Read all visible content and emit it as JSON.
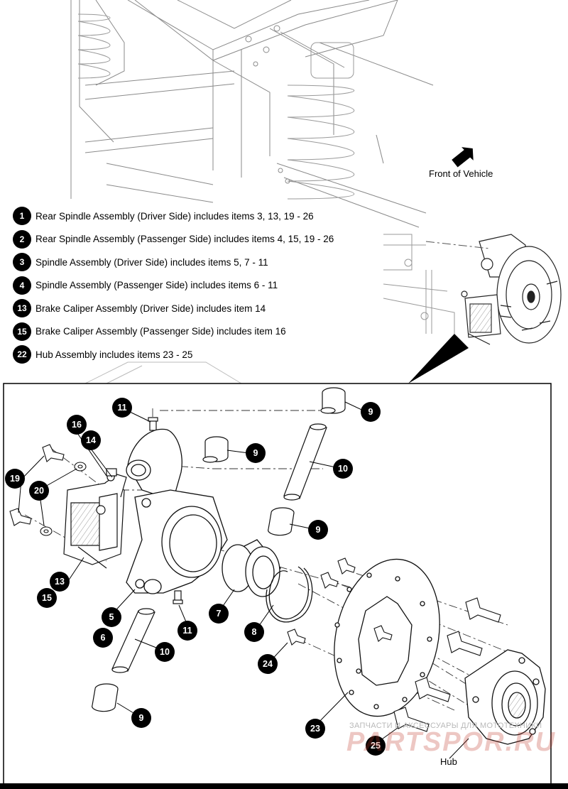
{
  "header_label": "Front of Vehicle",
  "legend": [
    {
      "num": "1",
      "text": "Rear Spindle Assembly (Driver Side) includes items 3, 13, 19 - 26"
    },
    {
      "num": "2",
      "text": "Rear Spindle Assembly (Passenger Side) includes items 4, 15, 19 - 26"
    },
    {
      "num": "3",
      "text": "Spindle Assembly (Driver Side) includes items 5, 7 - 11"
    },
    {
      "num": "4",
      "text": "Spindle Assembly (Passenger Side) includes items 6 - 11"
    },
    {
      "num": "13",
      "text": "Brake Caliper Assembly (Driver Side) includes item 14"
    },
    {
      "num": "15",
      "text": "Brake Caliper Assembly (Passenger Side) includes item 16"
    },
    {
      "num": "22",
      "text": "Hub Assembly includes items 23 - 25"
    }
  ],
  "callouts": {
    "c11a": "11",
    "c16": "16",
    "c14": "14",
    "c19": "19",
    "c20": "20",
    "c13": "13",
    "c15": "15",
    "c5": "5",
    "c6": "6",
    "c11b": "11",
    "c10a": "10",
    "c9a": "9",
    "c9b": "9",
    "c10b": "10",
    "c9c": "9",
    "c7": "7",
    "c8": "8",
    "c24": "24",
    "c9d": "9",
    "c23": "23",
    "c25": "25"
  },
  "hub_label": "Hub",
  "watermark": {
    "top_text": "ЗАПЧАСТИ И АКСЕССУАРЫ ДЛЯ МОТОТЕХНИКИ",
    "main_text": "PARTSPOR.RU"
  }
}
